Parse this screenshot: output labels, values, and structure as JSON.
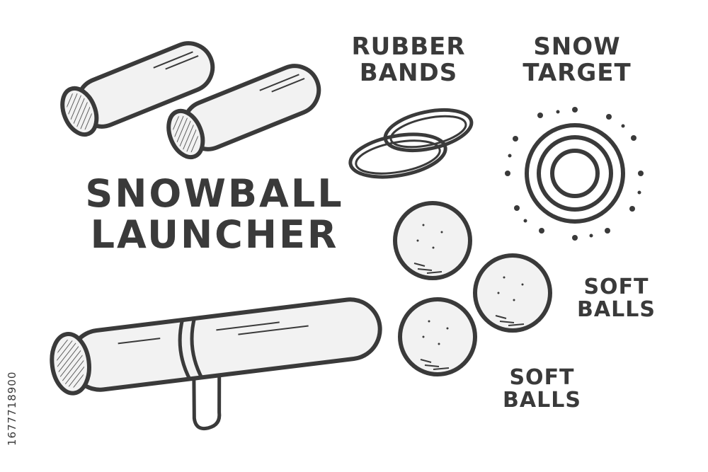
{
  "title": {
    "line1": "SNOWBALL",
    "line2": "LAUNCHER"
  },
  "rubber_bands": {
    "line1": "RUBBER",
    "line2": "BANDS"
  },
  "snow_target": {
    "line1": "SNOW",
    "line2": "TARGET"
  },
  "soft_balls_right": {
    "line1": "SOFT",
    "line2": "BALLS"
  },
  "soft_balls_bottom": {
    "line1": "SOFT",
    "line2": "BALLS"
  },
  "stock_id": "1677718900",
  "colors": {
    "ink": "#3a3a3a",
    "fill": "#f2f2f2",
    "background": "#ffffff"
  }
}
